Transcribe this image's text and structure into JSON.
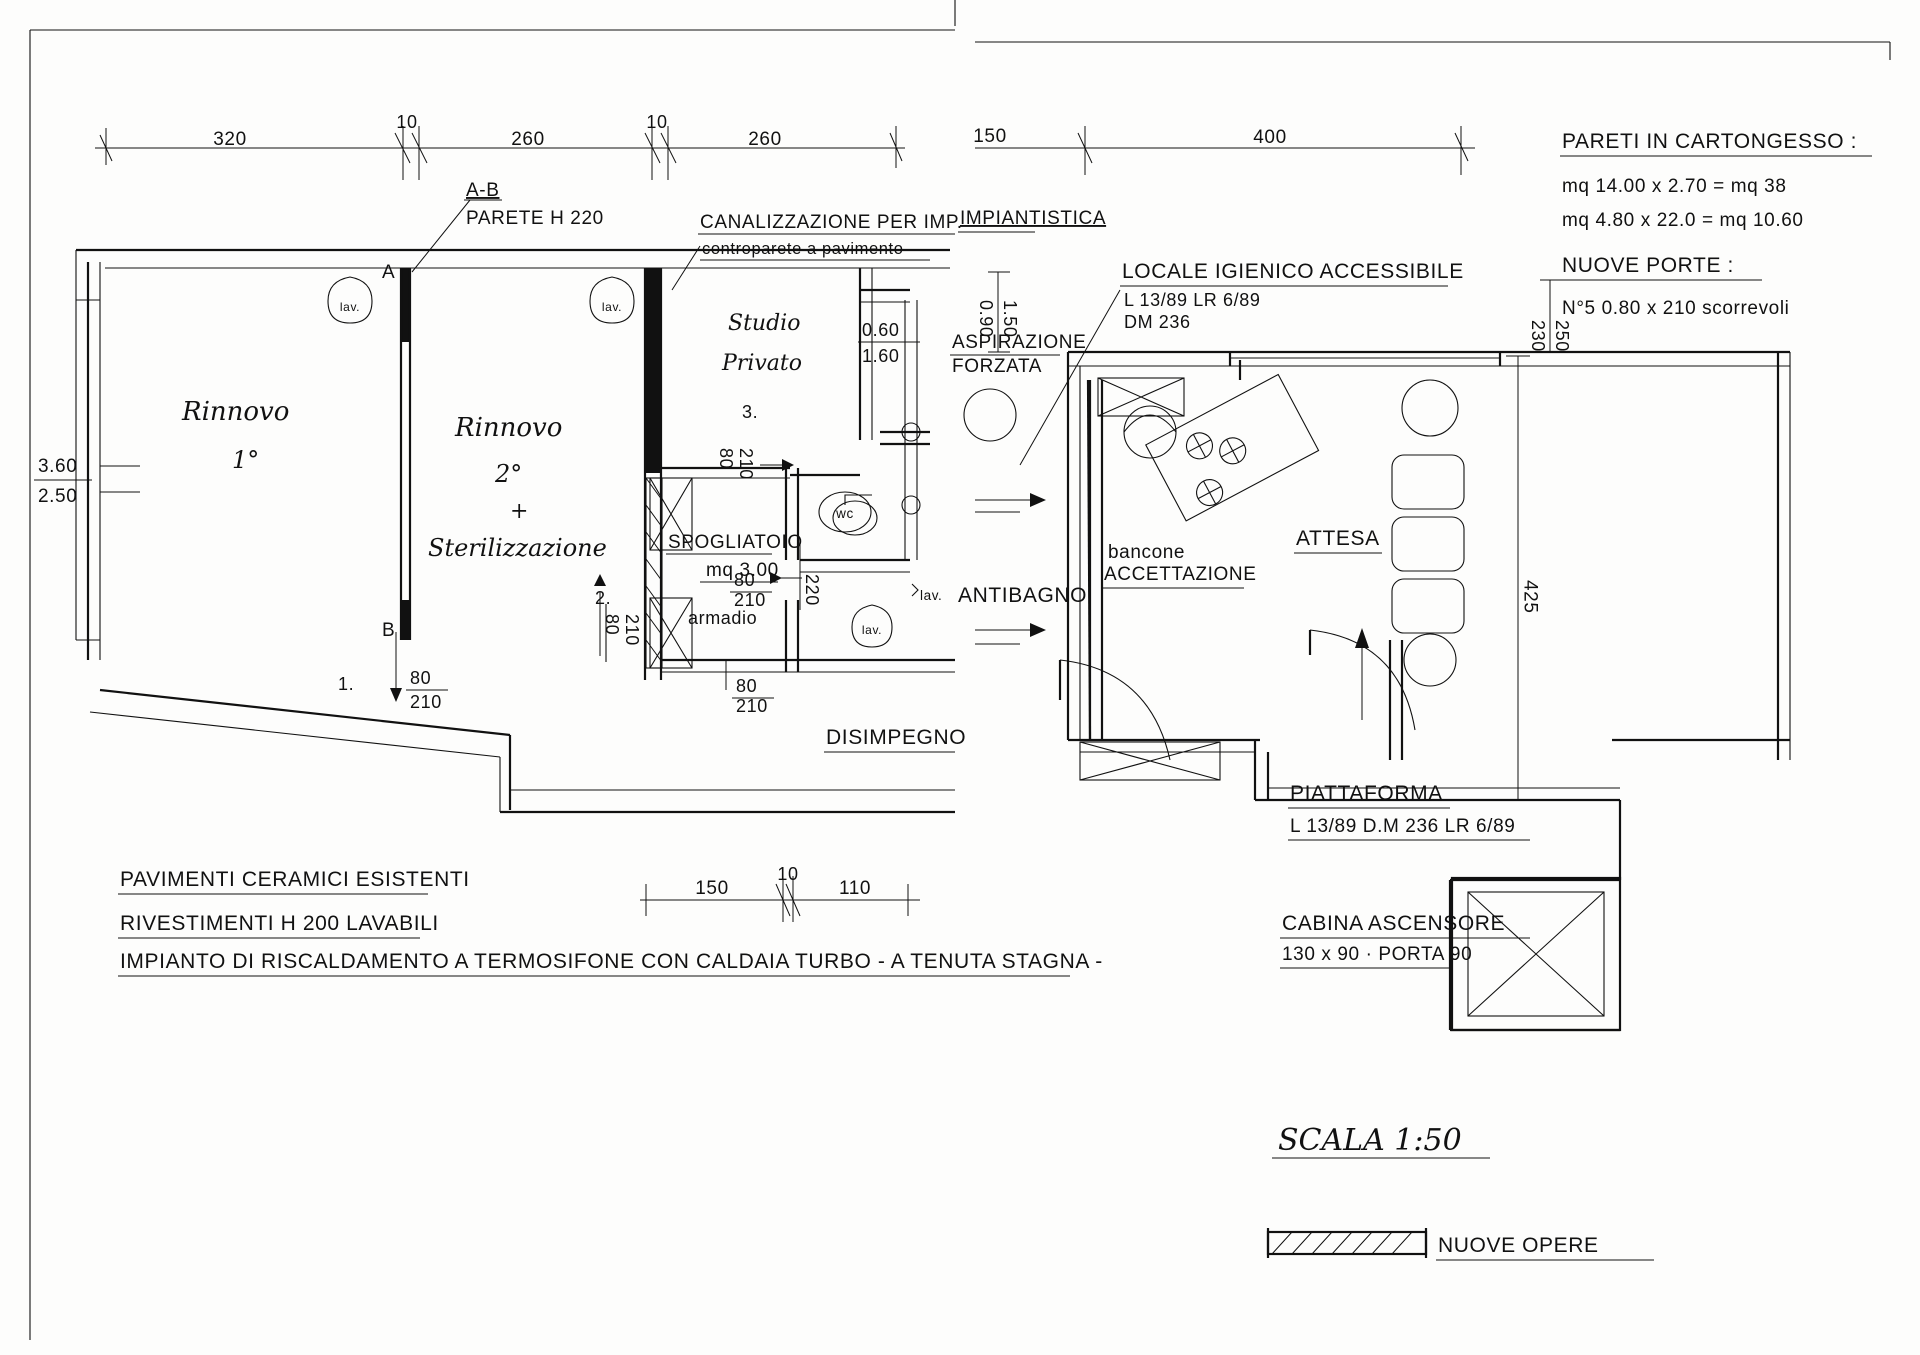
{
  "document": {
    "type": "architectural-floor-plan",
    "language": "it",
    "scale_note": "SCALA 1:50"
  },
  "top_dimensions_left": {
    "values": [
      "320",
      "10",
      "260",
      "10",
      "260"
    ]
  },
  "top_dimensions_right": {
    "values": [
      "150",
      "400"
    ]
  },
  "left_dimensions": {
    "upper": "3.60",
    "lower": "2.50"
  },
  "legend_right": {
    "title_walls": "PARETI  IN  CARTONGESSO :",
    "wall_line_1": "mq 14.00 x 2.70 = mq   38",
    "wall_line_2": "mq  4.80 x 22.0 = mq 10.60",
    "title_doors": "NUOVE  PORTE  :",
    "door_line_1": "N°5   0.80 x 210   scorrevoli"
  },
  "annotations": {
    "section_ab": "A-B",
    "parete_h": "PARETE  H 220",
    "canalizzazione": "CANALIZZAZIONE  PER  IMP.",
    "controparete": "controparete  a pavimento",
    "impiantistica": "IMPIANTISTICA",
    "locale_igienico": "LOCALE  IGIENICO  ACCESSIBILE",
    "locale_igienico_norm1": "L 13/89     LR 6/89",
    "locale_igienico_norm2": "DM  236",
    "aspirazione": "ASPIRAZIONE",
    "forzata": "FORZATA",
    "antibagno": "ANTIBAGNO",
    "disimpegno": "DISIMPEGNO",
    "spogliatoio": "SPOGLIATOIO",
    "spogliatoio_mq": "mq  3.00",
    "armadio": "armadio",
    "wc": "wc",
    "lav": "lav.",
    "bancone": "bancone",
    "accettazione": "ACCETTAZIONE",
    "attesa": "ATTESA",
    "piattaforma": "PIATTAFORMA",
    "piattaforma_norm": "L 13/89  D.M 236   LR 6/89",
    "cabina_ascensore": "CABINA   ASCENSORE",
    "cabina_dim": "130 x 90 · PORTA 90",
    "studio_privato_1": "Studio",
    "studio_privato_2": "Privato",
    "rinnovo_1": "Rinnovo",
    "rinnovo_1_num": "1°",
    "rinnovo_2": "Rinnovo",
    "rinnovo_2_num": "2°",
    "rinnovo_2_plus": "+",
    "sterilizzazione": "Sterilizzazione",
    "mark_a": "A",
    "mark_b": "B",
    "mark_1": "1.",
    "mark_2": "2.",
    "mark_3": "3."
  },
  "door_tags": {
    "d1_w": "80",
    "d1_h": "210",
    "d2_w": "80",
    "d2_h": "210",
    "d3_w": "80",
    "d3_h": "210",
    "d4_w": "80",
    "d4_h": "210",
    "d5_w": "80",
    "d5_h": "210",
    "d6_w": "220"
  },
  "window_tags": {
    "w1_top": "0.60",
    "w1_bot": "1.60",
    "w2_top": "0.90",
    "w2_bot": "1.50"
  },
  "right_dims": {
    "d230": "230",
    "d250": "250",
    "d425": "425"
  },
  "bottom_dimensions": {
    "values": [
      "150",
      "10",
      "110"
    ]
  },
  "bottom_notes": {
    "line1": "PAVIMENTI  CERAMICI  ESISTENTI",
    "line2": "RIVESTIMENTI  H 200  LAVABILI",
    "line3": "IMPIANTO   DI  RISCALDAMENTO  A  TERMOSIFONE  CON  CALDAIA  TURBO   - A TENUTA STAGNA -"
  },
  "footer": {
    "scale": "SCALA  1:50",
    "legend_new_works": "NUOVE  OPERE"
  },
  "colors": {
    "ink": "#111111",
    "paper": "#fdfdfc"
  }
}
